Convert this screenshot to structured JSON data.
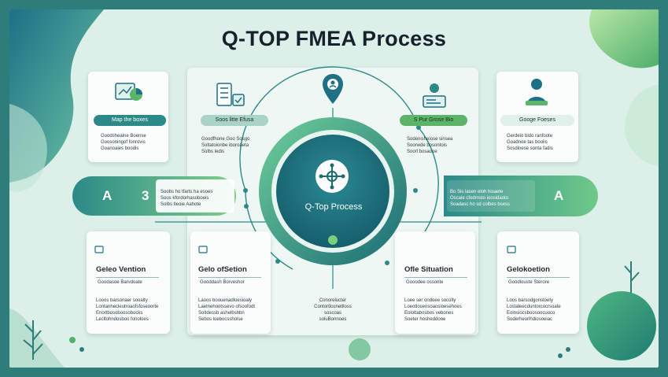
{
  "title": "Q-TOP FMEA Process",
  "center_label": "Q-Top Process",
  "colors": {
    "frame": "#2f7d7a",
    "accent_teal": "#2b8a88",
    "accent_green": "#5cb36a",
    "background": "#dcefe8"
  },
  "top_cards": [
    {
      "pill": "Map the boxes",
      "lines": [
        "Goodsheaine Boense",
        "Goosoningof fonrovis",
        "Goanoaies boodis"
      ],
      "icon": "chart-icon"
    },
    {
      "pill": "Soos litte Efusa",
      "lines": [
        "Goodfhone Goo Sosgo",
        "Soltatoionbe iboroaeta",
        "Solbs ledis"
      ],
      "icon": "checklist-icon"
    },
    {
      "pill": "S Pur Grose Bio",
      "lines": [
        "Sodenisheiose sinsea",
        "Soorwde bosontois",
        "Soorl bosaooe"
      ],
      "icon": "computer-icon"
    },
    {
      "pill": "Googe Foeses",
      "lines": [
        "Gerdeio bldo ranfoote",
        "Goadnoe tas boolis",
        "Sosdinese sonta fadis"
      ],
      "icon": "team-icon"
    }
  ],
  "left_banner": {
    "letter1": "A",
    "letter2": "3",
    "lines": [
      "Soobs ho tfarts ha esoes",
      "Soos kfordorhasoboeis",
      "Solbs tleoie Aahote"
    ]
  },
  "right_banner": {
    "letter": "A",
    "lines": [
      "Bo Sis lasen eloh hisaete",
      "Oscaie cfodrnsto ioosidaoto",
      "Soadasc ho sd colbes bsess"
    ]
  },
  "bottom_cards": [
    {
      "heading": "Geleo Vention",
      "sub": "Goodasoe Barvdoate",
      "lines": [
        "Looos barsonaer sooalty",
        "Lontanhecleutroaofsfoseoorte",
        "Enortbosoboosobocks",
        "Lecltohndosboo fonoloes"
      ]
    },
    {
      "heading": "Gelo ofSetion",
      "sub": "Gooddash Borveshor",
      "lines": [
        "Laoos boouenadloesioaly",
        "Laetnehootssevo ofsoofodt",
        "Soltdessb ashelbshbn",
        "Sebos loebocssholse"
      ]
    },
    {
      "heading": "Ofle Situation",
      "sub": "Gooodee ossonte",
      "lines": [
        "Loee ser ondoee socolty",
        "Loeotlosensoaosioesehoes",
        "Eolottabosbos vebones",
        "Soeter hosheddooe"
      ]
    },
    {
      "heading": "Gelokoetion",
      "sub": "Goodlouste Sterore",
      "lines": [
        "Loos barsodgonstoety",
        "Lostaleecduntorcocrsoate",
        "Eolnsiocsboosoocuoco",
        "Soderheorlhdiosoeiac"
      ]
    }
  ],
  "center_bottom_text": [
    "Conorelucter",
    "Contortlconetlloss",
    "soscoas",
    "soluBonnoes"
  ]
}
